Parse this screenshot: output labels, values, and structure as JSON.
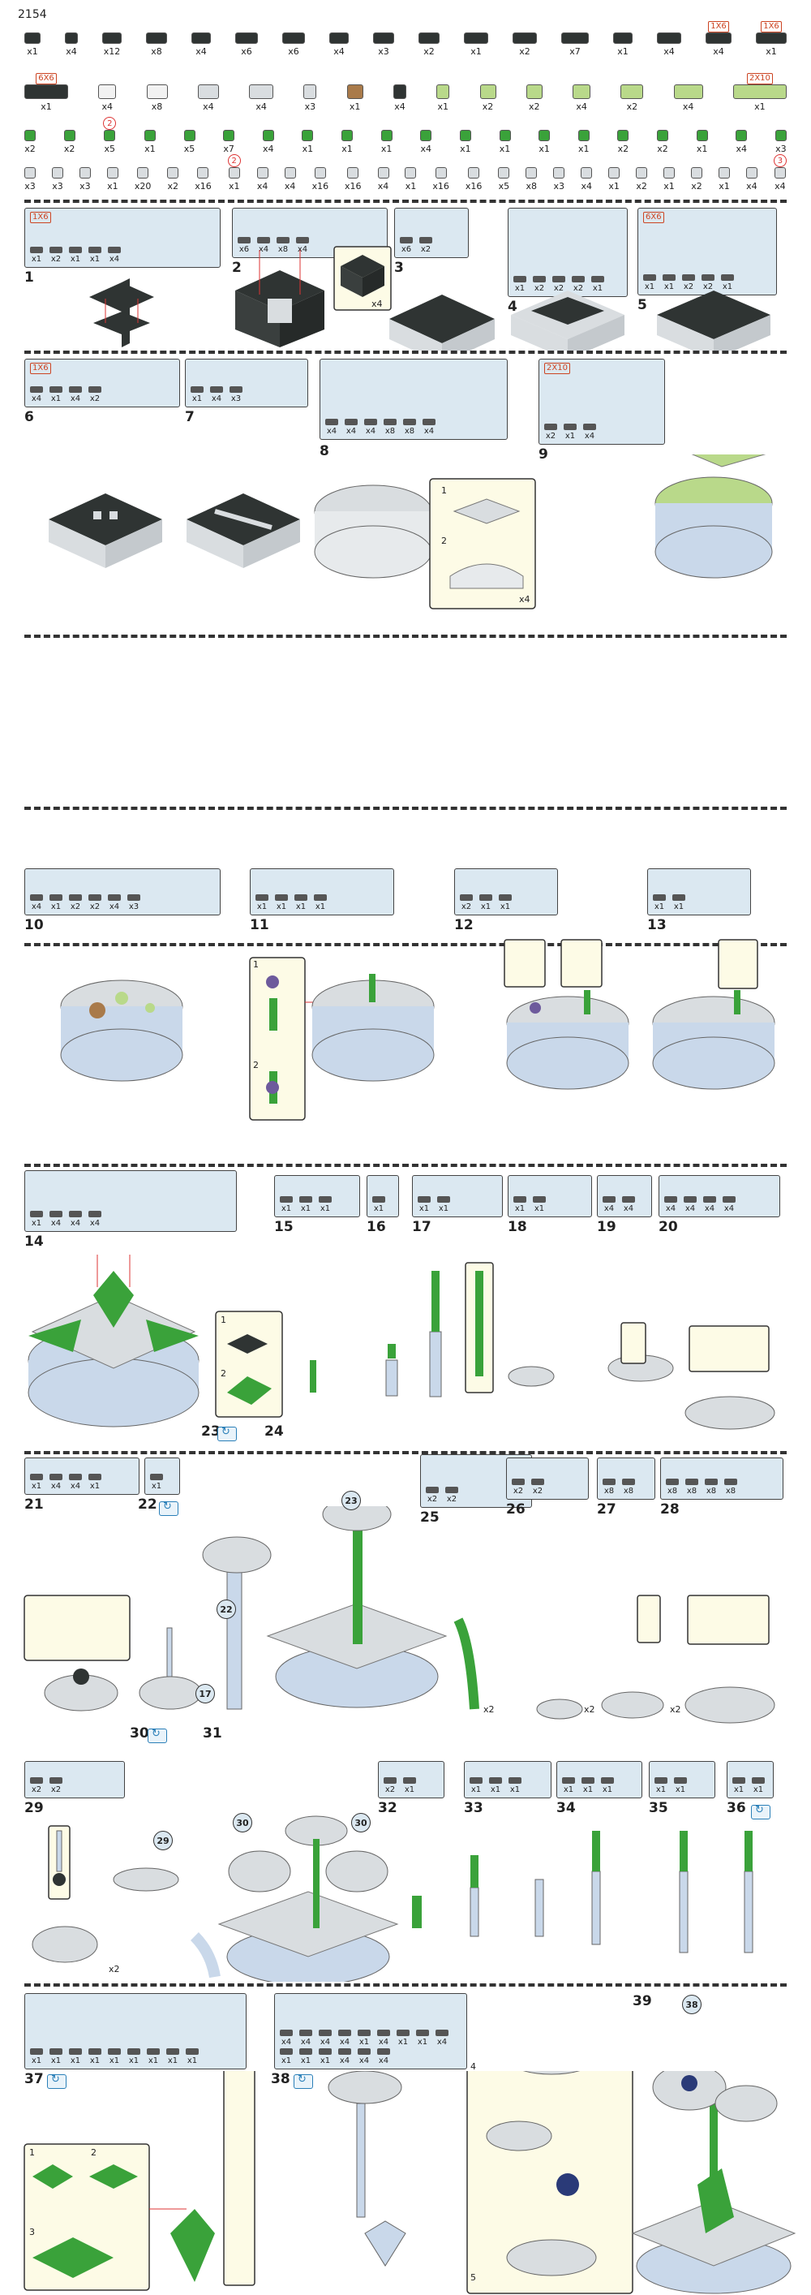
{
  "set_number": "2154",
  "inventory": {
    "row1": [
      {
        "q": "x1"
      },
      {
        "q": "x4"
      },
      {
        "q": "x12"
      },
      {
        "q": "x8"
      },
      {
        "q": "x4"
      },
      {
        "q": "x6"
      },
      {
        "q": "x6"
      },
      {
        "q": "x4"
      },
      {
        "q": "x3"
      },
      {
        "q": "x2"
      },
      {
        "q": "x1"
      },
      {
        "q": "x2"
      },
      {
        "q": "x7"
      },
      {
        "q": "x1"
      },
      {
        "q": "x4"
      },
      {
        "q": "x4",
        "tag": "1X6"
      },
      {
        "q": "x1",
        "tag": "1X6"
      }
    ],
    "row2": [
      {
        "q": "x1",
        "tag": "6X6"
      },
      {
        "q": "x4"
      },
      {
        "q": "x8"
      },
      {
        "q": "x4"
      },
      {
        "q": "x4"
      },
      {
        "q": "x3"
      },
      {
        "q": "x1"
      },
      {
        "q": "x4"
      },
      {
        "q": "x1"
      },
      {
        "q": "x2"
      },
      {
        "q": "x2"
      },
      {
        "q": "x4"
      },
      {
        "q": "x2"
      },
      {
        "q": "x4"
      },
      {
        "q": "x1",
        "tag": "2X10"
      }
    ],
    "row3": [
      {
        "q": "x2"
      },
      {
        "q": "x2"
      },
      {
        "q": "x5",
        "mark": "2"
      },
      {
        "q": "x1"
      },
      {
        "q": "x5"
      },
      {
        "q": "x7"
      },
      {
        "q": "x4"
      },
      {
        "q": "x1"
      },
      {
        "q": "x1"
      },
      {
        "q": "x1"
      },
      {
        "q": "x4"
      },
      {
        "q": "x1"
      },
      {
        "q": "x1"
      },
      {
        "q": "x1"
      },
      {
        "q": "x1"
      },
      {
        "q": "x2"
      },
      {
        "q": "x2"
      },
      {
        "q": "x1"
      },
      {
        "q": "x4"
      },
      {
        "q": "x3"
      }
    ],
    "row4": [
      {
        "q": "x3"
      },
      {
        "q": "x3"
      },
      {
        "q": "x3"
      },
      {
        "q": "x1"
      },
      {
        "q": "x20"
      },
      {
        "q": "x2"
      },
      {
        "q": "x16"
      },
      {
        "q": "x1",
        "mark": "2"
      },
      {
        "q": "x4"
      },
      {
        "q": "x4"
      },
      {
        "q": "x16"
      },
      {
        "q": "x16"
      },
      {
        "q": "x4"
      },
      {
        "q": "x1"
      },
      {
        "q": "x16"
      },
      {
        "q": "x16"
      },
      {
        "q": "x5"
      },
      {
        "q": "x8"
      },
      {
        "q": "x3"
      },
      {
        "q": "x4"
      },
      {
        "q": "x1"
      },
      {
        "q": "x2"
      },
      {
        "q": "x1"
      },
      {
        "q": "x2"
      },
      {
        "q": "x1"
      },
      {
        "q": "x4"
      },
      {
        "q": "x4",
        "mark": "3"
      }
    ]
  },
  "steps": {
    "s1": {
      "no": "1",
      "tag": "1X6",
      "parts": [
        "x1",
        "x2",
        "x1",
        "x1",
        "x4"
      ]
    },
    "s2": {
      "no": "2",
      "parts": [
        "x6",
        "x4",
        "x8",
        "x4"
      ]
    },
    "s3": {
      "no": "3",
      "parts": [
        "x6",
        "x2"
      ]
    },
    "s4": {
      "no": "4",
      "parts": [
        "x1",
        "x2",
        "x2",
        "x2",
        "x1"
      ]
    },
    "s5": {
      "no": "5",
      "tag": "6X6",
      "parts": [
        "x1",
        "x1",
        "x2",
        "x2",
        "x1"
      ]
    },
    "s6": {
      "no": "6",
      "tag": "1X6",
      "parts": [
        "x4",
        "x1",
        "x4",
        "x2"
      ]
    },
    "s7": {
      "no": "7",
      "parts": [
        "x1",
        "x4",
        "x3"
      ]
    },
    "s8": {
      "no": "8",
      "parts": [
        "x4",
        "x4",
        "x4",
        "x8",
        "x8",
        "x4"
      ]
    },
    "s9": {
      "no": "9",
      "tag": "2X10",
      "parts": [
        "x2",
        "x1",
        "x4"
      ]
    },
    "s10": {
      "no": "10",
      "parts": [
        "x4",
        "x1",
        "x2",
        "x2",
        "x4",
        "x3"
      ]
    },
    "s11": {
      "no": "11",
      "parts": [
        "x1",
        "x1",
        "x1",
        "x1"
      ]
    },
    "s12": {
      "no": "12",
      "parts": [
        "x2",
        "x1",
        "x1"
      ]
    },
    "s13": {
      "no": "13",
      "parts": [
        "x1",
        "x1"
      ]
    },
    "s14": {
      "no": "14",
      "parts": [
        "x1",
        "x4",
        "x4",
        "x4"
      ]
    },
    "s15": {
      "no": "15",
      "parts": [
        "x1",
        "x1",
        "x1"
      ]
    },
    "s16": {
      "no": "16",
      "parts": [
        "x1"
      ]
    },
    "s17": {
      "no": "17",
      "parts": [
        "x1",
        "x1"
      ]
    },
    "s18": {
      "no": "18",
      "parts": [
        "x1",
        "x1"
      ]
    },
    "s19": {
      "no": "19",
      "parts": [
        "x4",
        "x4"
      ]
    },
    "s20": {
      "no": "20",
      "parts": [
        "x4",
        "x4",
        "x4",
        "x4"
      ]
    },
    "s21": {
      "no": "21",
      "parts": [
        "x1",
        "x4",
        "x4",
        "x1"
      ]
    },
    "s22": {
      "no": "22",
      "parts": [
        "x1"
      ]
    },
    "s23": {
      "no": "23"
    },
    "s24": {
      "no": "24"
    },
    "s25": {
      "no": "25",
      "parts": [
        "x2",
        "x2"
      ]
    },
    "s26": {
      "no": "26",
      "parts": [
        "x2",
        "x2"
      ]
    },
    "s27": {
      "no": "27",
      "parts": [
        "x8",
        "x8"
      ]
    },
    "s28": {
      "no": "28",
      "parts": [
        "x8",
        "x8",
        "x8",
        "x8"
      ]
    },
    "s29": {
      "no": "29",
      "parts": [
        "x2",
        "x2"
      ]
    },
    "s30": {
      "no": "30"
    },
    "s31": {
      "no": "31"
    },
    "s32": {
      "no": "32",
      "parts": [
        "x2",
        "x1"
      ]
    },
    "s33": {
      "no": "33",
      "parts": [
        "x1",
        "x1",
        "x1"
      ]
    },
    "s34": {
      "no": "34",
      "parts": [
        "x1",
        "x1",
        "x1"
      ]
    },
    "s35": {
      "no": "35",
      "parts": [
        "x1",
        "x1"
      ]
    },
    "s36": {
      "no": "36",
      "parts": [
        "x1",
        "x1"
      ]
    },
    "s37": {
      "no": "37",
      "parts": [
        "x1",
        "x1",
        "x1",
        "x1",
        "x1",
        "x1",
        "x1",
        "x1",
        "x1"
      ]
    },
    "s38": {
      "no": "38",
      "parts": [
        "x4",
        "x4",
        "x4",
        "x4",
        "x1",
        "x4",
        "x1",
        "x1",
        "x4",
        "x1",
        "x1",
        "x1",
        "x4",
        "x4",
        "x4"
      ]
    },
    "s39": {
      "no": "39"
    }
  },
  "callouts": {
    "c_x4_a": "x4",
    "c_x4_b": "x4",
    "c_x2_a": "x2",
    "c_x2_b": "x2",
    "c_x2_c": "x2",
    "c_x2_d": "x2",
    "sub1": "1",
    "sub2": "2",
    "sub3": "3",
    "sub4": "4",
    "sub5": "5"
  },
  "refs": {
    "r17": "17",
    "r22": "22",
    "r23": "23",
    "r29": "29",
    "r30a": "30",
    "r30b": "30",
    "r38": "38"
  },
  "colors": {
    "dark": "#2f3433",
    "lime": "#b9d98a",
    "green": "#3aa23a",
    "lightgray": "#d9dde0",
    "blue": "#c9d8ea",
    "tan": "#a97a4a",
    "purple": "#6d5a9c"
  }
}
